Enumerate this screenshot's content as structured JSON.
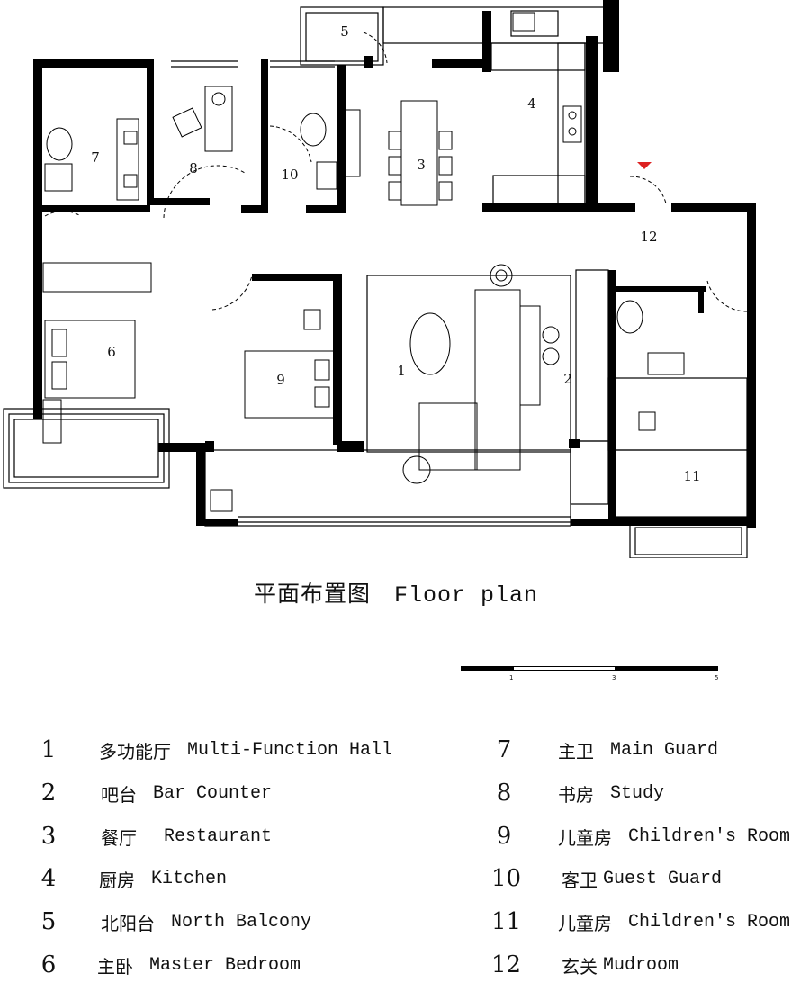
{
  "title": {
    "zh": "平面布置图",
    "en": "Floor plan"
  },
  "scale_bar": {
    "ticks": [
      "1",
      "3",
      "5"
    ]
  },
  "room_labels": [
    "1",
    "2",
    "3",
    "4",
    "5",
    "6",
    "7",
    "8",
    "9",
    "10",
    "11",
    "12"
  ],
  "legend": [
    {
      "num": "1",
      "zh": "多功能厅",
      "en": "Multi-Function Hall"
    },
    {
      "num": "2",
      "zh": "吧台",
      "en": "Bar Counter"
    },
    {
      "num": "3",
      "zh": "餐厅",
      "en": "Restaurant"
    },
    {
      "num": "4",
      "zh": "厨房",
      "en": "Kitchen"
    },
    {
      "num": "5",
      "zh": "北阳台",
      "en": "North Balcony"
    },
    {
      "num": "6",
      "zh": "主卧",
      "en": "Master Bedroom"
    },
    {
      "num": "7",
      "zh": "主卫",
      "en": "Main Guard"
    },
    {
      "num": "8",
      "zh": "书房",
      "en": "Study"
    },
    {
      "num": "9",
      "zh": "儿童房",
      "en": "Children's Room"
    },
    {
      "num": "10",
      "zh": "客卫",
      "en": "Guest Guard"
    },
    {
      "num": "11",
      "zh": "儿童房",
      "en": "Children's Room"
    },
    {
      "num": "12",
      "zh": "玄关",
      "en": "Mudroom"
    }
  ]
}
